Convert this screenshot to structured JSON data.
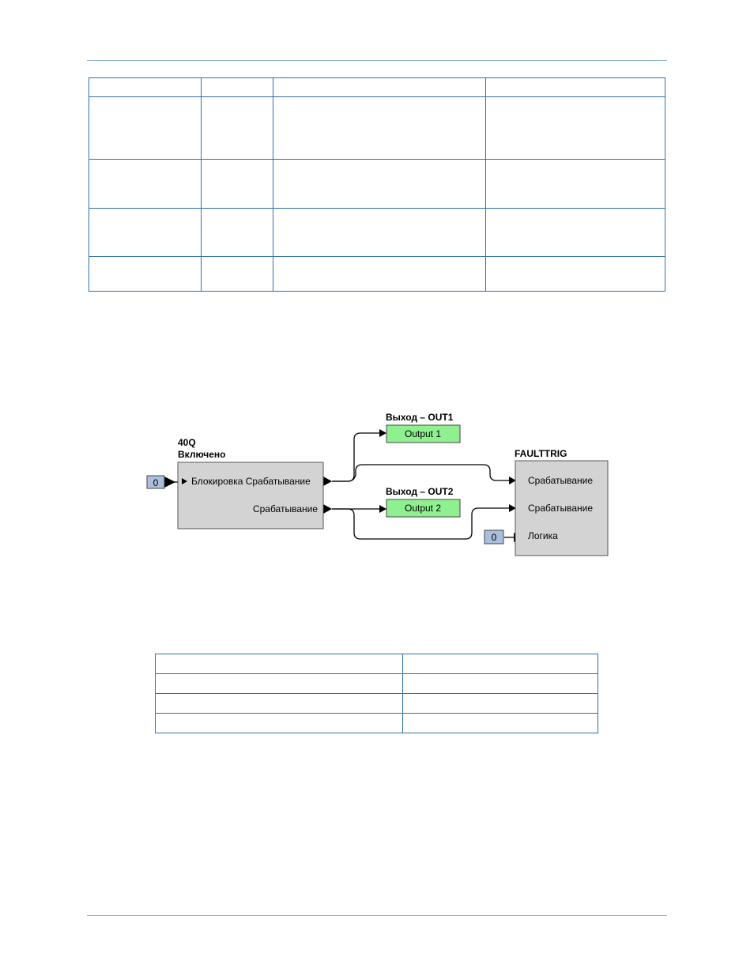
{
  "diagram": {
    "block_40q": {
      "title_line1": "40Q",
      "title_line2": "Включено",
      "input_block_label": "Блокировка Срабатывание",
      "output_trip_label": "Срабатывание",
      "input_constant": "0"
    },
    "out1": {
      "header": "Выход – OUT1",
      "label": "Output 1",
      "color": "#8ff08f"
    },
    "out2": {
      "header": "Выход – OUT2",
      "label": "Output 2",
      "color": "#8ff08f"
    },
    "faulttrig": {
      "title": "FAULTTRIG",
      "input_trip_1": "Срабатывание",
      "input_trip_2": "Срабатывание",
      "input_logic": "Логика",
      "logic_constant": "0"
    },
    "colors": {
      "block_fill": "#d3d3d3",
      "constant_fill": "#a9bfdc",
      "rule": "#8eb4d8",
      "table_border": "#2f6fa8"
    }
  }
}
